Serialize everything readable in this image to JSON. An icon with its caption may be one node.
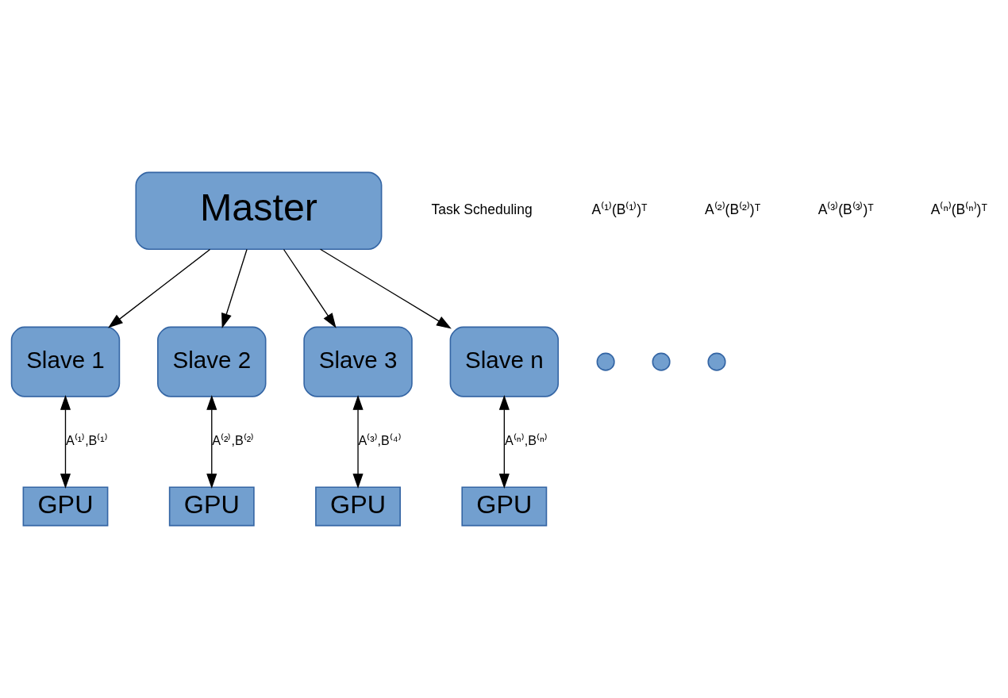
{
  "diagram": {
    "nodes": [
      {
        "text": [
          "Master"
        ]
      },
      {
        "text": [
          "Slave 1"
        ]
      },
      {
        "text": [
          "Slave 2"
        ]
      },
      {
        "text": [
          "Slave 3"
        ]
      },
      {
        "text": [
          "Slave n"
        ]
      },
      {
        "text": [],
        "shape": "circle"
      },
      {
        "text": [],
        "shape": "circle"
      },
      {
        "text": [],
        "shape": "circle"
      },
      {
        "text": [
          "GPU"
        ]
      },
      {
        "text": [
          "GPU"
        ]
      },
      {
        "text": [
          "GPU"
        ]
      },
      {
        "text": [
          "GPU"
        ]
      }
    ],
    "edges": [
      {
        "from": 0,
        "to": 1,
        "arrow": "to"
      },
      {
        "from": 0,
        "to": 2,
        "arrow": "to"
      },
      {
        "from": 0,
        "to": 3,
        "arrow": "to"
      },
      {
        "from": 0,
        "to": 4,
        "arrow": "to"
      },
      {
        "from": 1,
        "to": 8,
        "arrow": "both",
        "label": "A⁽¹⁾,B⁽¹⁾"
      },
      {
        "from": 2,
        "to": 9,
        "arrow": "both",
        "label": "A⁽²⁾,B⁽²⁾"
      },
      {
        "from": 3,
        "to": 10,
        "arrow": "both",
        "label": "A⁽³⁾,B⁽⁴⁾"
      },
      {
        "from": 4,
        "to": 11,
        "arrow": "both",
        "label": "A⁽ⁿ⁾,B⁽ⁿ⁾"
      }
    ],
    "labels": [
      "Task Scheduling",
      "A⁽¹⁾(B⁽¹⁾)ᵀ",
      "A⁽²⁾(B⁽²⁾)ᵀ",
      "A⁽³⁾(B⁽³⁾)ᵀ",
      "A⁽ⁿ⁾(B⁽ⁿ⁾)ᵀ"
    ]
  }
}
